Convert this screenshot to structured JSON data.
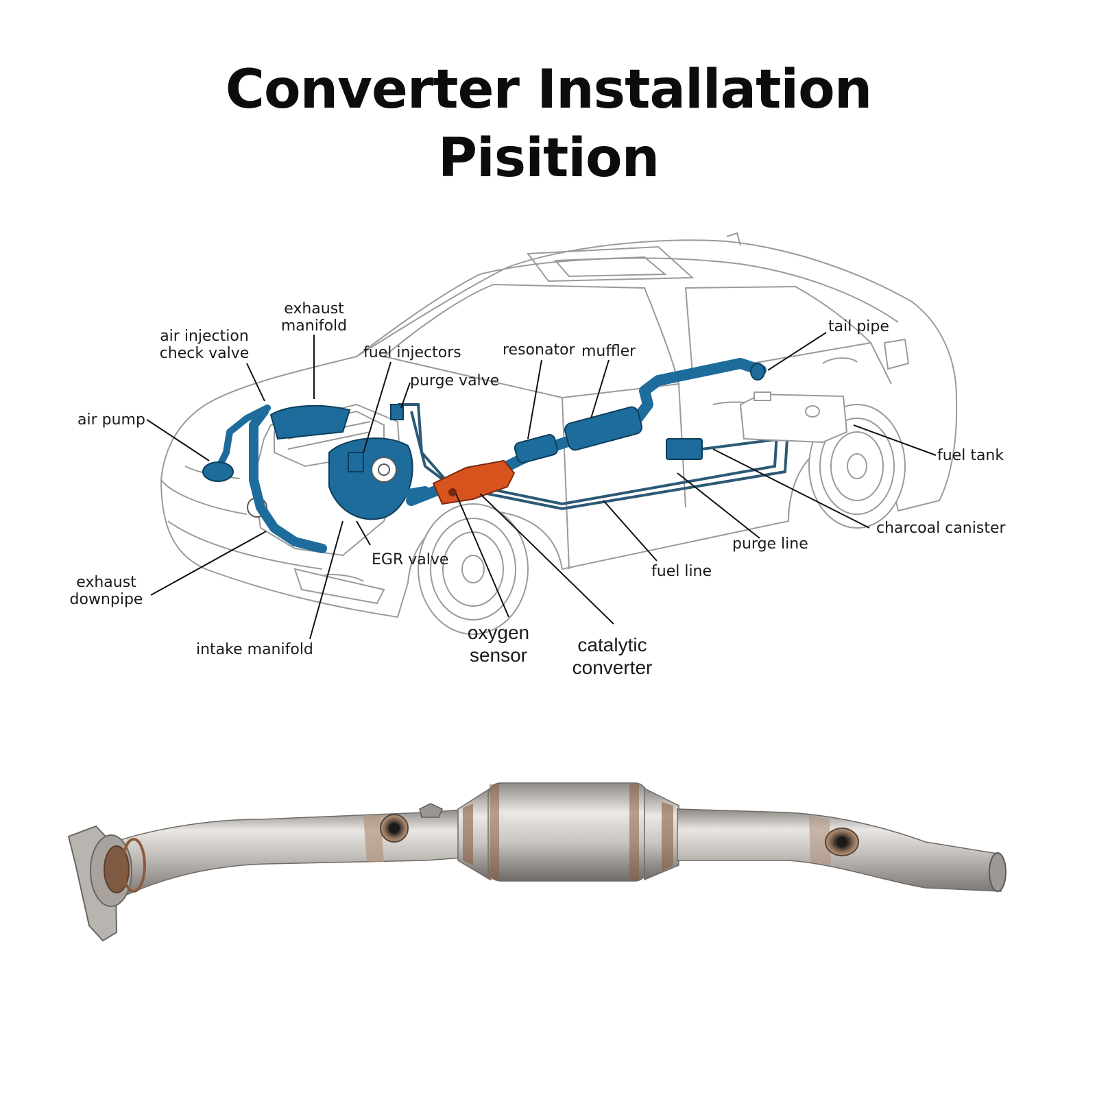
{
  "title": {
    "line1": "Converter Installation",
    "line2": "Pisition"
  },
  "labels": {
    "exhaust_manifold": [
      "exhaust",
      "manifold"
    ],
    "air_injection_check_valve": [
      "air injection",
      "check valve"
    ],
    "fuel_injectors": "fuel injectors",
    "resonator": "resonator",
    "muffler": "muffler",
    "tail_pipe": "tail pipe",
    "purge_valve": "purge valve",
    "air_pump": "air pump",
    "fuel_tank": "fuel tank",
    "charcoal_canister": "charcoal canister",
    "purge_line": "purge line",
    "fuel_line": "fuel line",
    "egr_valve": "EGR valve",
    "exhaust_downpipe": [
      "exhaust",
      "downpipe"
    ],
    "intake_manifold": "intake manifold",
    "oxygen_sensor": [
      "oxygen",
      "sensor"
    ],
    "catalytic_converter": [
      "catalytic",
      "converter"
    ]
  },
  "colors": {
    "exhaust_components": "#1d6c9c",
    "highlighted_converter": "#d9531e",
    "car_outline": "#9a9a9a",
    "steel_pipe": "#c9c6c3"
  }
}
